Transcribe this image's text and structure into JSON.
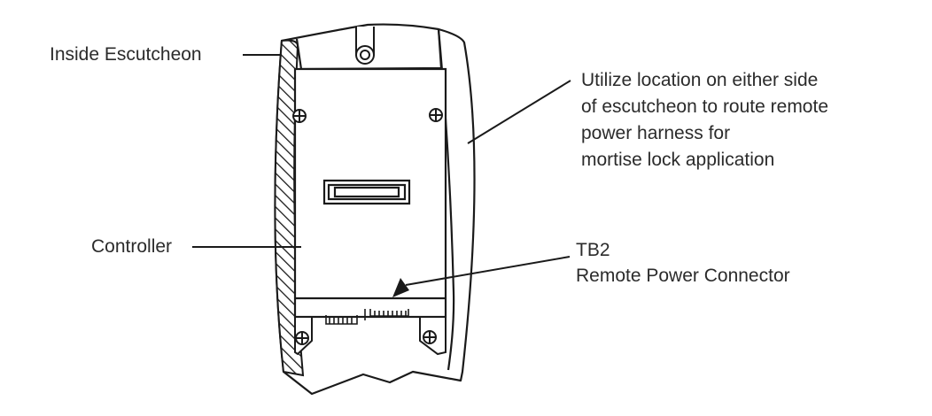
{
  "labels": {
    "inside_escutcheon": "Inside Escutcheon",
    "controller": "Controller",
    "utilize_lines": [
      "Utilize location on either side",
      "of escutcheon to route remote",
      "power harness for",
      "mortise lock application"
    ],
    "tb2_lines": [
      "TB2",
      "Remote Power Connector"
    ]
  },
  "colors": {
    "stroke": "#1a1a1a",
    "text": "#2b2b2b",
    "background": "#ffffff"
  }
}
